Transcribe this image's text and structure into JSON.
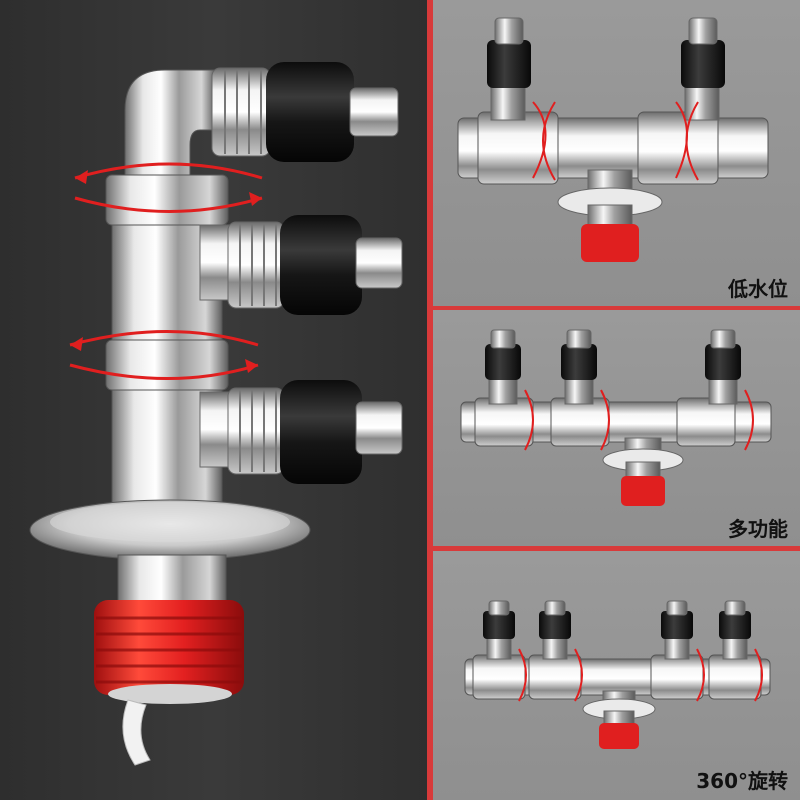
{
  "panels": {
    "low_water_level": {
      "label": "低水位"
    },
    "multi_function": {
      "label": "多功能"
    },
    "rotation": {
      "label": "360°旋转"
    }
  },
  "colors": {
    "background_dark": "#333333",
    "panel_gray": "#959595",
    "divider_red": "#d83a3a",
    "seal_red": "#e01f1f",
    "rubber_black": "#1c1c1c",
    "chrome_light": "#f2f2f2",
    "chrome_dark": "#7a7a7a"
  },
  "icons": [
    "rotation-arrow-icon"
  ]
}
